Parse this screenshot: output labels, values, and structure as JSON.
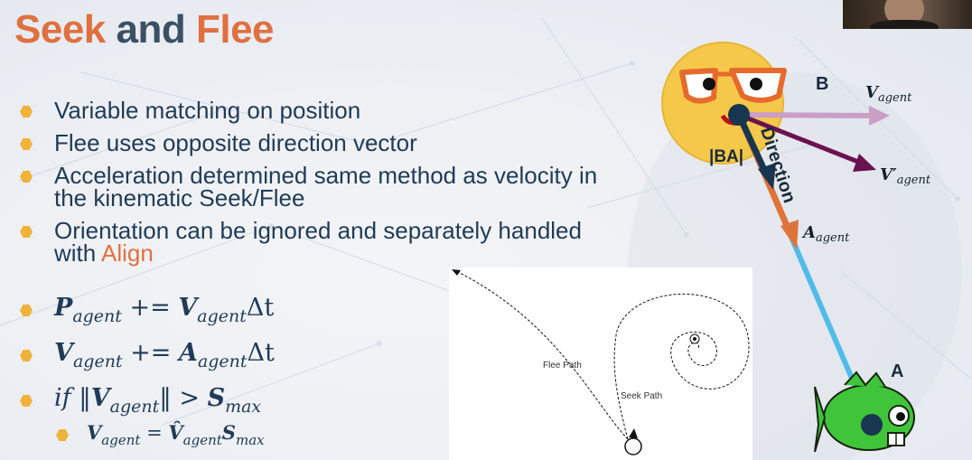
{
  "slide": {
    "title_accent_1": "Seek",
    "title_main": "and",
    "title_accent_2": "Flee",
    "bullets": [
      {
        "text": "Variable matching on position"
      },
      {
        "text": "Flee uses opposite direction vector"
      },
      {
        "text": "Acceleration determined same method as velocity in the kinematic Seek/Flee"
      },
      {
        "text_before": "Orientation can be ignored and separately handled with ",
        "highlight": "Align"
      }
    ],
    "equations": [
      {
        "lhs": "P",
        "lhs_sub": "agent",
        "op": " += ",
        "rhs": "V",
        "rhs_sub": "agent",
        "tail": "Δt"
      },
      {
        "lhs": "V",
        "lhs_sub": "agent",
        "op": " += ",
        "rhs": "A",
        "rhs_sub": "agent",
        "tail": "Δt"
      },
      {
        "prefix": "if ",
        "lhs": "V",
        "lhs_sub": "agent",
        "op": " > ",
        "rhs": "S",
        "rhs_sub": "max"
      }
    ],
    "sub_equation": {
      "lhs": "V",
      "lhs_sub": "agent",
      "op": " = ",
      "rhs_hat": "V̂",
      "rhs_sub": "agent",
      "rhs2": "S",
      "rhs2_sub": "max"
    },
    "accent_color": "#e07040",
    "text_color": "#1f3b57",
    "bullet_color": "#f0b23a"
  },
  "diagram": {
    "flee_label": "Flee Path",
    "seek_label": "Seek Path"
  },
  "vectors": {
    "point_b": "B",
    "point_a": "A",
    "v_agent_symbol": "V",
    "v_agent_sub": "agent",
    "v_prime_symbol": "V′",
    "v_prime_sub": "agent",
    "a_agent_symbol": "A",
    "a_agent_sub": "agent",
    "ba_label": "|BA|",
    "direction_label": "Direction",
    "colors": {
      "velocity": "#c99fc6",
      "velocity_prime": "#6b1250",
      "acceleration": "#e0733a",
      "direction": "#18364f",
      "distance": "#52bce8",
      "seeker_face": "#f5c84a",
      "fish": "#3fc43a"
    }
  },
  "icons": {
    "bullet": "hexagon-bullet-icon",
    "seeker": "glasses-smiley-icon",
    "target": "fish-icon"
  }
}
